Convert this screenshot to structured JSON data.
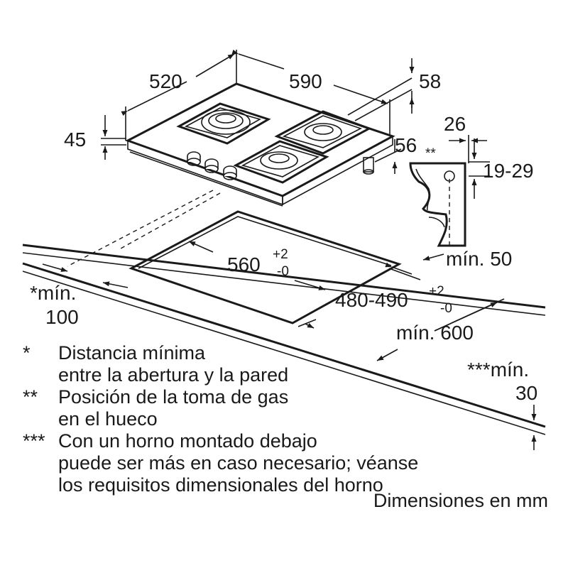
{
  "dimensions": {
    "depth": "520",
    "width": "590",
    "top_thickness": "58",
    "height_left": "45",
    "gas_position": "56",
    "gas_marker": "**",
    "front_edge": "26",
    "worktop_thickness": "19-29",
    "cutout_width": "560",
    "cutout_width_tol_plus": "+2",
    "cutout_width_tol_minus": "-0",
    "cutout_depth": "480-490",
    "cutout_depth_tol_plus": "+2",
    "cutout_depth_tol_minus": "-0",
    "min_front": "mín. 50",
    "min_wall_label": "*mín.",
    "min_wall_value": "100",
    "min_depth": "mín. 600",
    "min_below_label": "***mín.",
    "min_below_value": "30"
  },
  "notes": [
    {
      "marker": "*",
      "lines": [
        "Distancia mínima",
        "entre la abertura y la pared"
      ]
    },
    {
      "marker": "**",
      "lines": [
        "Posición de la toma de gas",
        "en el hueco"
      ]
    },
    {
      "marker": "***",
      "lines": [
        "Con un horno montado debajo",
        "puede ser más en caso necesario; véanse",
        "los requisitos dimensionales del horno"
      ]
    }
  ],
  "footer": "Dimensiones en mm"
}
